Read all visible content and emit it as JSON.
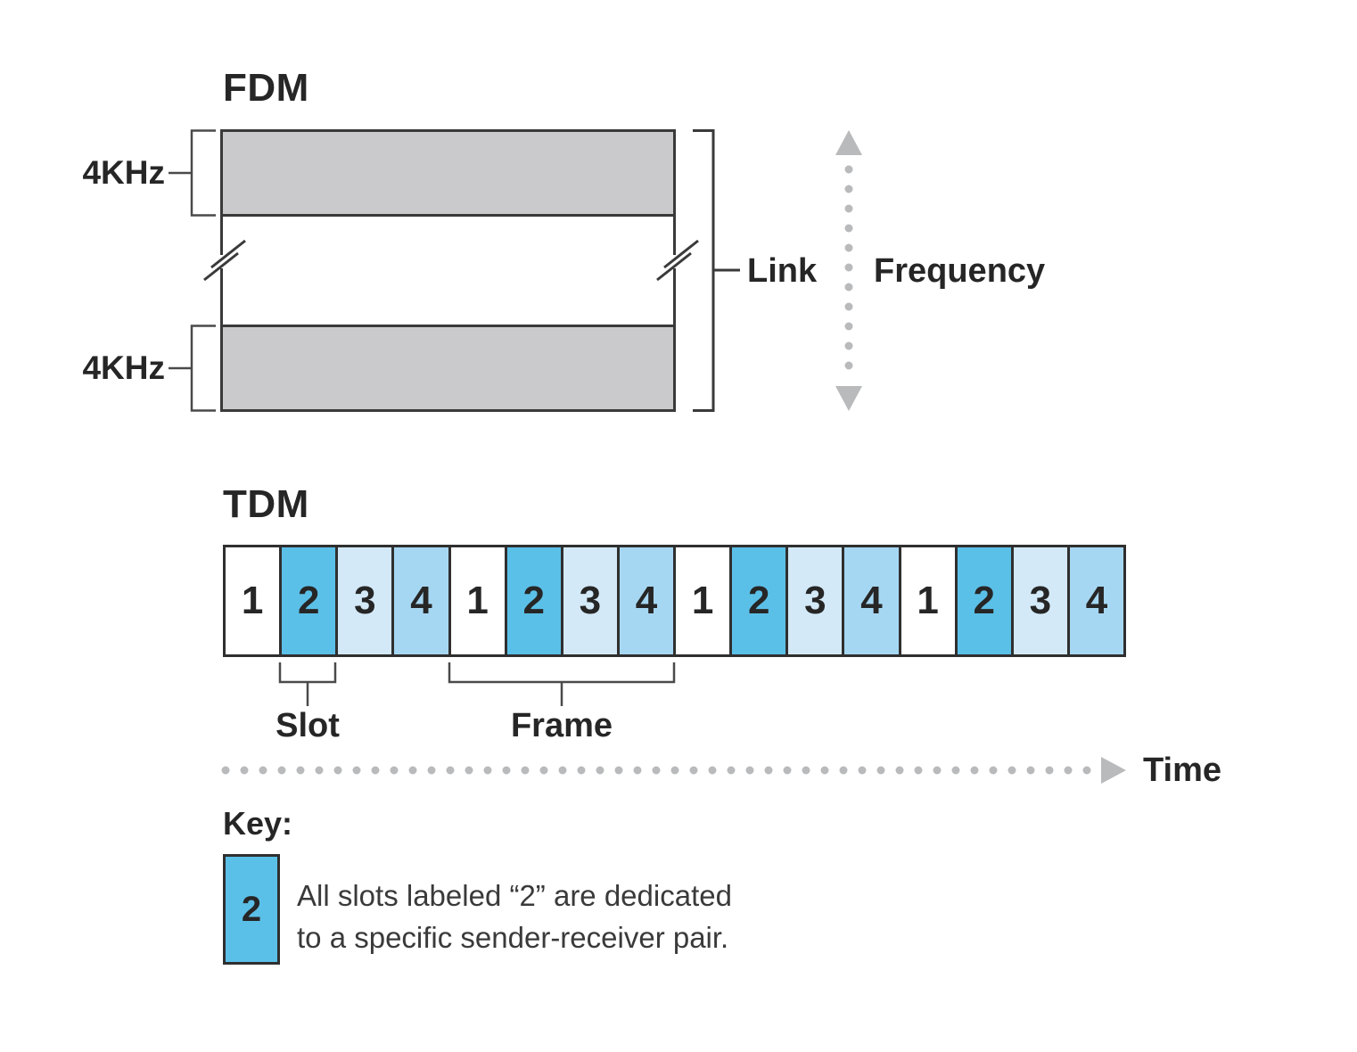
{
  "figure": {
    "description": "FDM and TDM multiplexing diagram"
  },
  "palette": {
    "band_gray": "#cacacc",
    "slot1_fill": "#ffffff",
    "slot2_fill": "#5bc0e8",
    "slot3_fill": "#d3e9f8",
    "slot4_fill": "#a6d7f2",
    "line_dark": "#3a3a3a",
    "slot_border": "#2f2f2f",
    "bracket_gray": "#4a4a4a",
    "arrow_dot_gray": "#b9babc",
    "text_dark": "#262626",
    "text_body": "#3a3a3a"
  },
  "fdm": {
    "title": "FDM",
    "band_labels": [
      "4KHz",
      "4KHz"
    ],
    "link_label": "Link",
    "frequency_label": "Frequency"
  },
  "tdm": {
    "title": "TDM",
    "slots": [
      {
        "label": "1",
        "type": "t1"
      },
      {
        "label": "2",
        "type": "t2"
      },
      {
        "label": "3",
        "type": "t3"
      },
      {
        "label": "4",
        "type": "t4"
      },
      {
        "label": "1",
        "type": "t1"
      },
      {
        "label": "2",
        "type": "t2"
      },
      {
        "label": "3",
        "type": "t3"
      },
      {
        "label": "4",
        "type": "t4"
      },
      {
        "label": "1",
        "type": "t1"
      },
      {
        "label": "2",
        "type": "t2"
      },
      {
        "label": "3",
        "type": "t3"
      },
      {
        "label": "4",
        "type": "t4"
      },
      {
        "label": "1",
        "type": "t1"
      },
      {
        "label": "2",
        "type": "t2"
      },
      {
        "label": "3",
        "type": "t3"
      },
      {
        "label": "4",
        "type": "t4"
      }
    ],
    "slot_label": "Slot",
    "frame_label": "Frame",
    "time_label": "Time"
  },
  "key": {
    "title": "Key:",
    "swatch_label": "2",
    "description_line1": "All slots labeled “2” are dedicated",
    "description_line2": "to a specific sender-receiver pair."
  }
}
